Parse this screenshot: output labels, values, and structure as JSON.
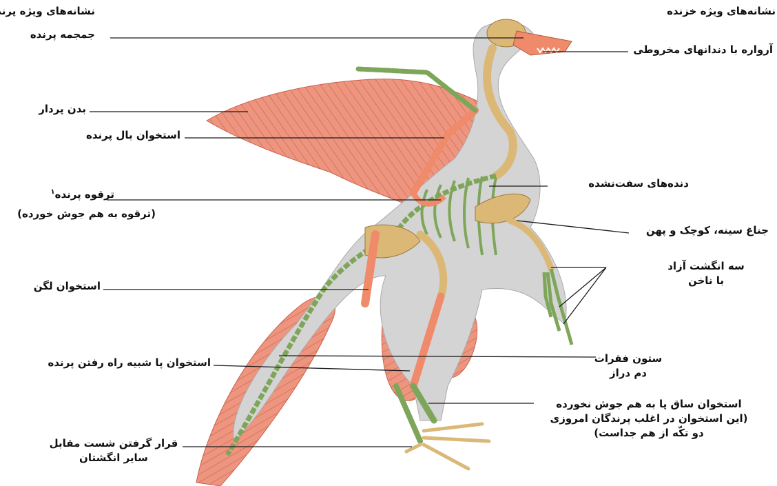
{
  "headers": {
    "bird": "نشانه‌های ویژه پرنده",
    "reptile": "نشانه‌های ویژه خزنده"
  },
  "bird_labels": {
    "skull": "جمجمه پرنده",
    "feathered_body": "بدن پردار",
    "wing_bone": "استخوان بال پرنده",
    "furcula": "ترقوه پرنده",
    "furcula_note": "(ترقوه به هم جوش خورده)",
    "furcula_footnote": "۱",
    "pelvis": "استخوان لگن",
    "leg_bone": "استخوان پا شبیه راه رفتن پرنده",
    "opposable_toe_line1": "قرار گرفتن شست مقابل",
    "opposable_toe_line2": "سایر انگشتان"
  },
  "reptile_labels": {
    "jaw_teeth": "آرواره با دندانهای مخروطی",
    "ribs": "دنده‌های سفت‌نشده",
    "sternum": "جناغ سینه، کوچک و پهن",
    "claws_line1": "سه انگشت آزاد",
    "claws_line2": "با ناخن",
    "tail_line1": "ستون فقرات",
    "tail_line2": "دم دراز",
    "leg_line1": "استخوان ساق پا به هم جوش نخورده",
    "leg_line2": "(این استخوان در اغلب پرندگان امروزی",
    "leg_line3": "دو تکّه از هم جداست)"
  },
  "colors": {
    "feather": "#ee9580",
    "feather_line": "#c8604a",
    "body": "#d4d4d4",
    "bone_tan": "#dcb877",
    "bone_orange": "#ef8a6a",
    "bone_green": "#7ea65a",
    "leader": "#1a1a1a"
  }
}
